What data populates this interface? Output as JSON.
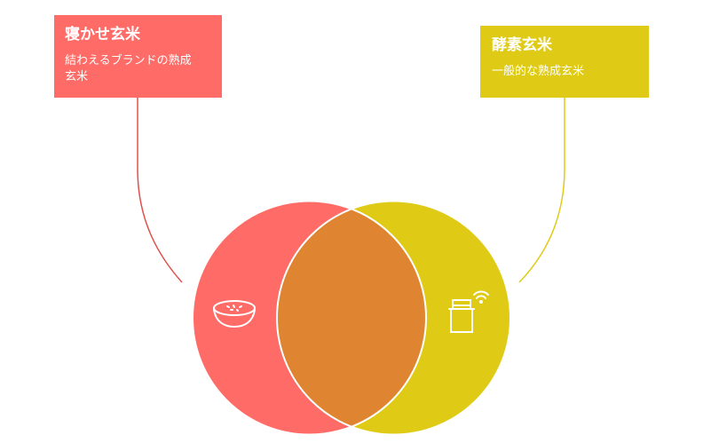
{
  "left_set": {
    "title": "寝かせ玄米",
    "description": "結わえるブランドの熟成玄米",
    "color": "#ff6b66",
    "icon": "rice-bowl-icon"
  },
  "right_set": {
    "title": "酵素玄米",
    "description": "一般的な熟成玄米",
    "color": "#dfcb16",
    "icon": "smart-container-icon"
  },
  "intersection": {
    "color": "#df8430"
  }
}
